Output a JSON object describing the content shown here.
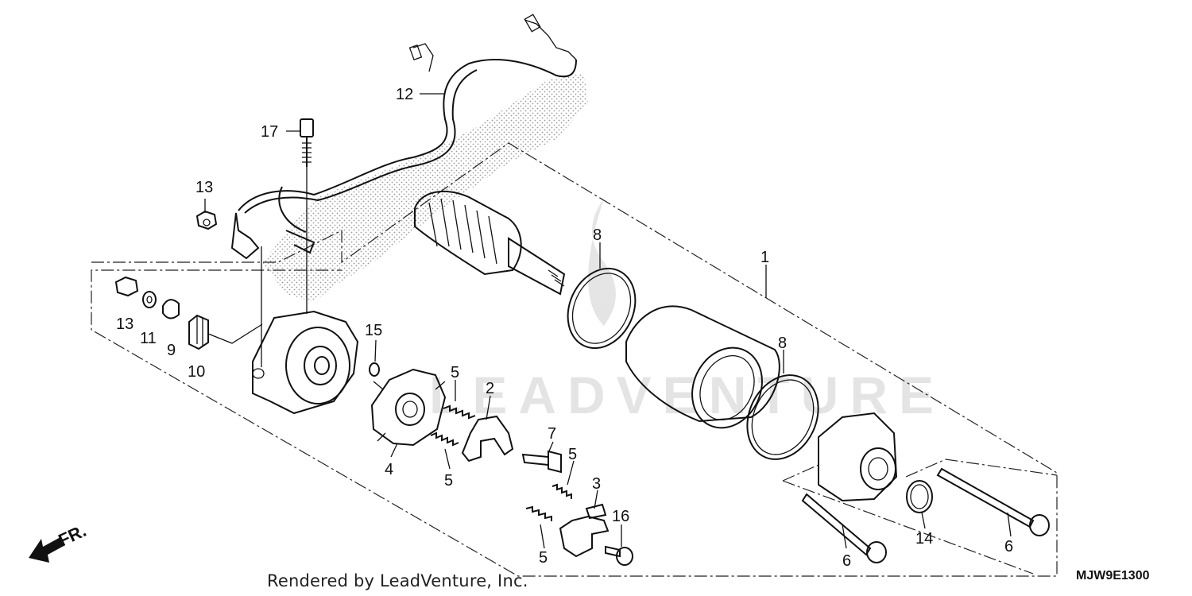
{
  "diagram": {
    "callouts": [
      {
        "id": "1",
        "text": "1"
      },
      {
        "id": "2",
        "text": "2"
      },
      {
        "id": "3",
        "text": "3"
      },
      {
        "id": "4",
        "text": "4"
      },
      {
        "id": "5a",
        "text": "5"
      },
      {
        "id": "5b",
        "text": "5"
      },
      {
        "id": "5c",
        "text": "5"
      },
      {
        "id": "5d",
        "text": "5"
      },
      {
        "id": "6a",
        "text": "6"
      },
      {
        "id": "6b",
        "text": "6"
      },
      {
        "id": "7",
        "text": "7"
      },
      {
        "id": "8a",
        "text": "8"
      },
      {
        "id": "8b",
        "text": "8"
      },
      {
        "id": "9",
        "text": "9"
      },
      {
        "id": "10",
        "text": "10"
      },
      {
        "id": "11",
        "text": "11"
      },
      {
        "id": "12",
        "text": "12"
      },
      {
        "id": "13a",
        "text": "13"
      },
      {
        "id": "13b",
        "text": "13"
      },
      {
        "id": "14",
        "text": "14"
      },
      {
        "id": "15",
        "text": "15"
      },
      {
        "id": "16",
        "text": "16"
      },
      {
        "id": "17",
        "text": "17"
      }
    ],
    "direction_label": "FR.",
    "credit": "Rendered by LeadVenture, Inc.",
    "diagram_code": "MJW9E1300"
  }
}
